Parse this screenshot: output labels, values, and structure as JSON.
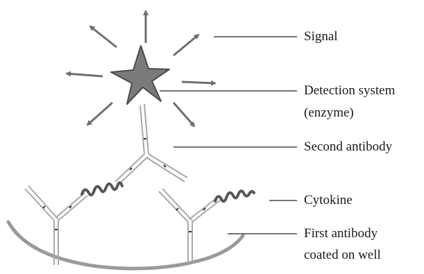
{
  "labels": {
    "signal": "Signal",
    "detection_line1": "Detection system",
    "detection_line2": "(enzyme)",
    "second_antibody": "Second antibody",
    "cytokine": "Cytokine",
    "first_antibody_line1": "First antibody",
    "first_antibody_line2": "coated on well"
  },
  "colors": {
    "star_fill": "#7a7a7a",
    "star_stroke": "#4a4a4a",
    "arrow": "#6e6e6e",
    "antibody_outline": "#a8a8a8",
    "cytokine": "#555555",
    "well": "#9a9a9a",
    "leader_line": "#222222"
  }
}
